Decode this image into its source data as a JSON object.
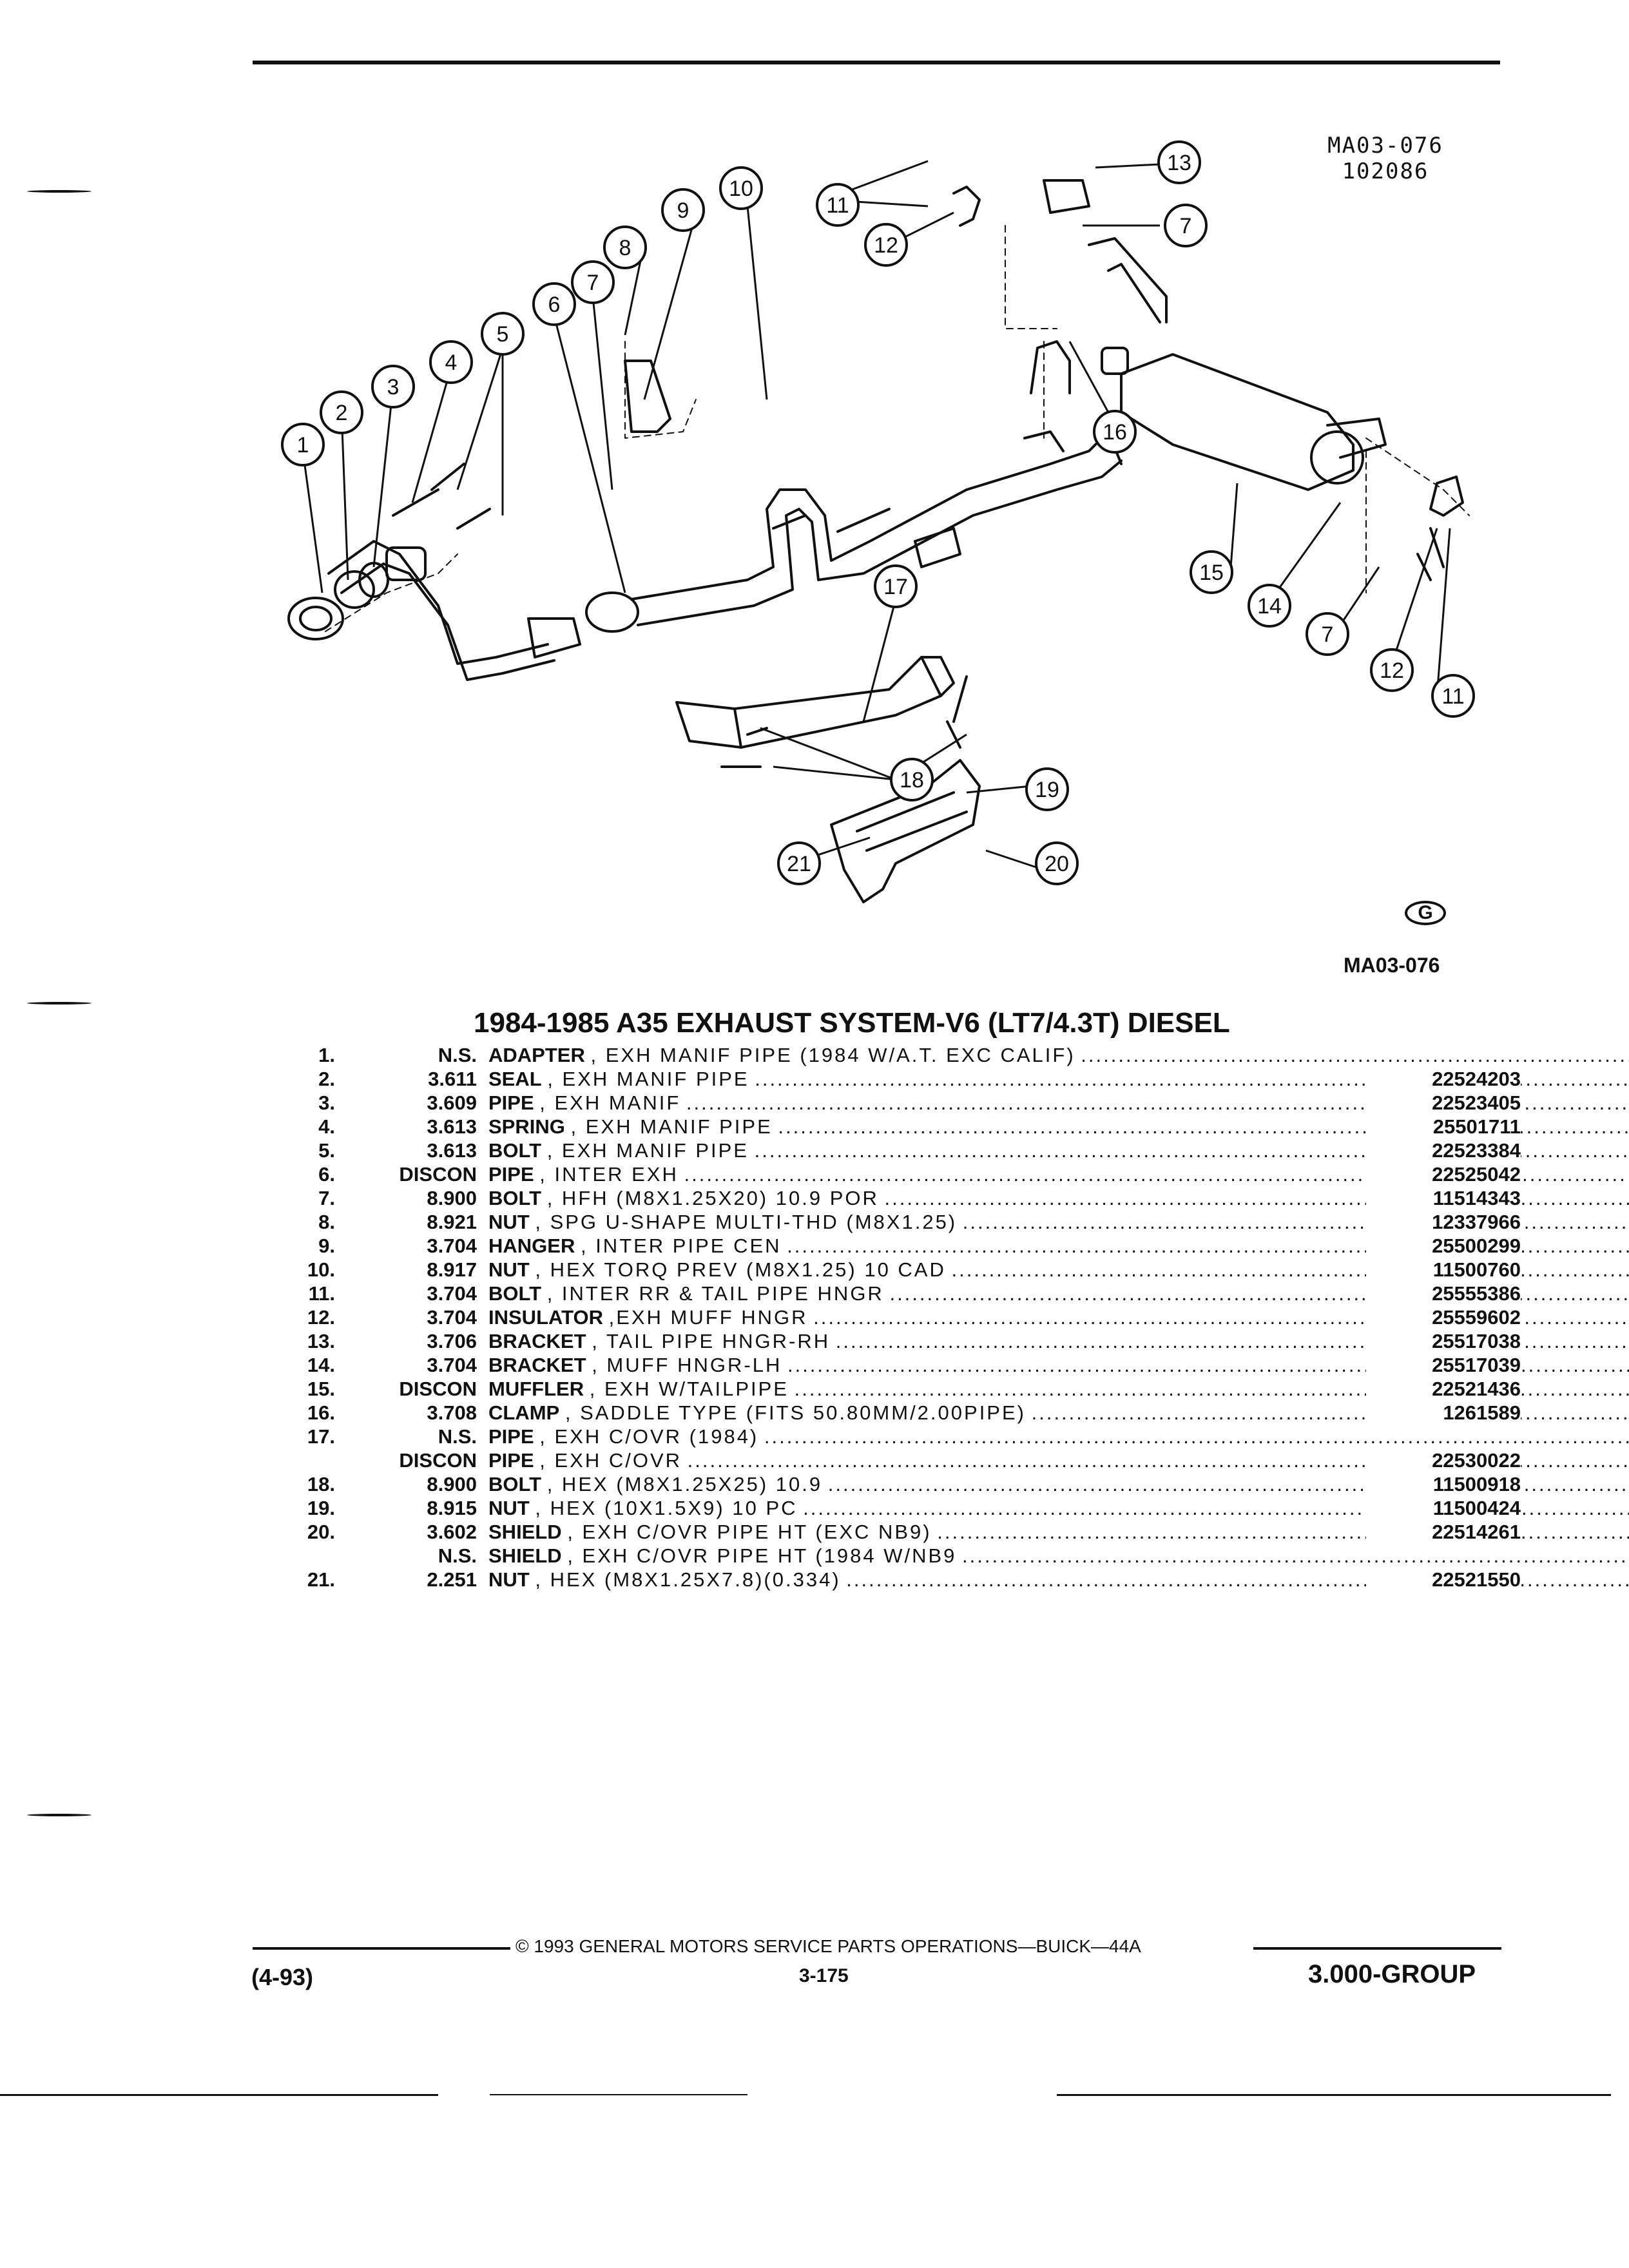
{
  "header": {
    "diagram_code": "MA03-076",
    "diagram_date": "102086"
  },
  "diagram": {
    "callouts": [
      "1",
      "2",
      "3",
      "4",
      "5",
      "6",
      "7",
      "8",
      "9",
      "10",
      "11",
      "12",
      "13",
      "7",
      "16",
      "15",
      "14",
      "7",
      "12",
      "11",
      "17",
      "18",
      "19",
      "20",
      "21"
    ],
    "bottom_code": "MA03-076",
    "logo_letter": "G"
  },
  "parts_list": {
    "title": "1984-1985 A35 EXHAUST SYSTEM-V6 (LT7/4.3T) DIESEL",
    "items": [
      {
        "num": "1.",
        "group": "N.S.",
        "name": "ADAPTER",
        "desc": ", EXH MANIF PIPE (1984 W/A.T. EXC CALIF)",
        "part": ""
      },
      {
        "num": "2.",
        "group": "3.611",
        "name": "SEAL",
        "desc": ", EXH MANIF PIPE",
        "part": "22524203"
      },
      {
        "num": "3.",
        "group": "3.609",
        "name": "PIPE",
        "desc": ", EXH MANIF",
        "part": "22523405"
      },
      {
        "num": "4.",
        "group": "3.613",
        "name": "SPRING",
        "desc": ", EXH MANIF PIPE",
        "part": "25501711"
      },
      {
        "num": "5.",
        "group": "3.613",
        "name": "BOLT",
        "desc": ", EXH MANIF PIPE",
        "part": "22523384"
      },
      {
        "num": "6.",
        "group": "DISCON",
        "name": "PIPE",
        "desc": ", INTER EXH",
        "part": "22525042"
      },
      {
        "num": "7.",
        "group": "8.900",
        "name": "BOLT",
        "desc": ", HFH (M8X1.25X20) 10.9 POR",
        "part": "11514343"
      },
      {
        "num": "8.",
        "group": "8.921",
        "name": "NUT",
        "desc": ", SPG U-SHAPE MULTI-THD (M8X1.25)",
        "part": "12337966"
      },
      {
        "num": "9.",
        "group": "3.704",
        "name": "HANGER",
        "desc": ", INTER PIPE CEN",
        "part": "25500299"
      },
      {
        "num": "10.",
        "group": "8.917",
        "name": "NUT",
        "desc": ", HEX TORQ PREV (M8X1.25) 10 CAD",
        "part": "11500760"
      },
      {
        "num": "11.",
        "group": "3.704",
        "name": "BOLT",
        "desc": ", INTER RR & TAIL PIPE HNGR",
        "part": "25555386"
      },
      {
        "num": "12.",
        "group": "3.704",
        "name": "INSULATOR",
        "desc": ",EXH MUFF HNGR",
        "part": "25559602"
      },
      {
        "num": "13.",
        "group": "3.706",
        "name": "BRACKET",
        "desc": ", TAIL PIPE HNGR-RH",
        "part": "25517038"
      },
      {
        "num": "14.",
        "group": "3.704",
        "name": "BRACKET",
        "desc": ", MUFF HNGR-LH",
        "part": "25517039"
      },
      {
        "num": "15.",
        "group": "DISCON",
        "name": "MUFFLER",
        "desc": ", EXH W/TAILPIPE",
        "part": "22521436"
      },
      {
        "num": "16.",
        "group": "3.708",
        "name": "CLAMP",
        "desc": ", SADDLE TYPE (FITS 50.80MM/2.00PIPE)",
        "part": "1261589"
      },
      {
        "num": "17.",
        "group": "N.S.",
        "name": "PIPE",
        "desc": ", EXH C/OVR (1984)",
        "part": ""
      },
      {
        "num": "",
        "group": "DISCON",
        "name": "PIPE",
        "desc": ", EXH C/OVR",
        "part": "22530022"
      },
      {
        "num": "18.",
        "group": "8.900",
        "name": "BOLT",
        "desc": ", HEX (M8X1.25X25) 10.9",
        "part": "11500918"
      },
      {
        "num": "19.",
        "group": "8.915",
        "name": "NUT",
        "desc": ", HEX (10X1.5X9) 10 PC",
        "part": "11500424"
      },
      {
        "num": "20.",
        "group": "3.602",
        "name": "SHIELD",
        "desc": ", EXH C/OVR PIPE HT (EXC NB9)",
        "part": "22514261"
      },
      {
        "num": "",
        "group": "N.S.",
        "name": "SHIELD",
        "desc": ", EXH C/OVR PIPE HT (1984 W/NB9",
        "part": ""
      },
      {
        "num": "21.",
        "group": "2.251",
        "name": "NUT",
        "desc": ", HEX (M8X1.25X7.8)(0.334)",
        "part": "22521550"
      }
    ]
  },
  "footer": {
    "copyright": "© 1993 GENERAL MOTORS SERVICE PARTS OPERATIONS—BUICK—44A",
    "page": "3-175",
    "date_code": "(4-93)",
    "group": "3.000-GROUP"
  }
}
